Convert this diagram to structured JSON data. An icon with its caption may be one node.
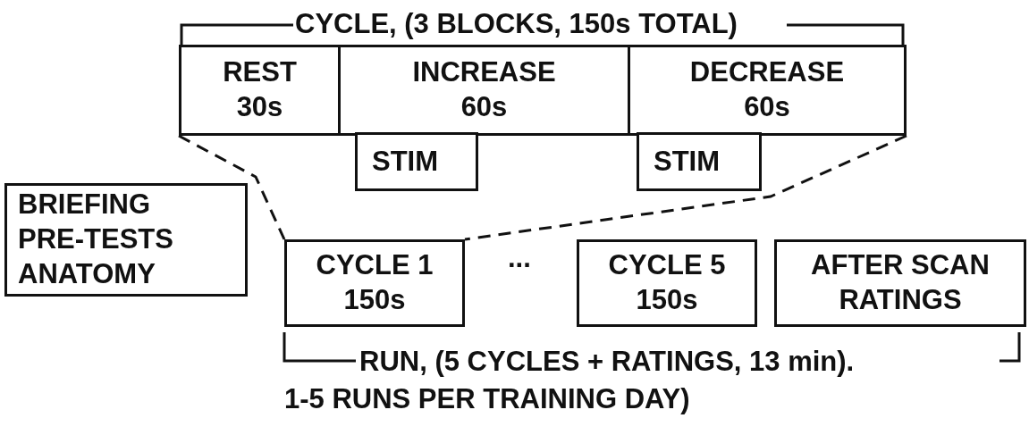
{
  "diagram": {
    "nodes": [
      {
        "text": [
          "REST 30s"
        ]
      },
      {
        "text": [
          "INCREASE 60s"
        ]
      },
      {
        "text": [
          "DECREASE 60s"
        ]
      },
      {
        "text": [
          "STIM"
        ]
      },
      {
        "text": [
          "STIM"
        ]
      },
      {
        "text": [
          "BRIEFING PRE-TESTS ANATOMY"
        ]
      },
      {
        "text": [
          "CYCLE 1 150s"
        ]
      },
      {
        "text": [
          "CYCLE 5 150s"
        ]
      },
      {
        "text": [
          "AFTER SCAN RATINGS"
        ]
      }
    ],
    "edges": [
      {
        "from": 0,
        "to": 6,
        "arrow": "none",
        "style": "dashed"
      },
      {
        "from": 2,
        "to": 6,
        "arrow": "none",
        "style": "dashed"
      }
    ],
    "labels": [
      "CYCLE, (3 BLOCKS, 150s TOTAL)",
      "...",
      "RUN, (5 CYCLES + RATINGS, 13 min).",
      "1-5 RUNS PER TRAINING DAY)"
    ]
  }
}
